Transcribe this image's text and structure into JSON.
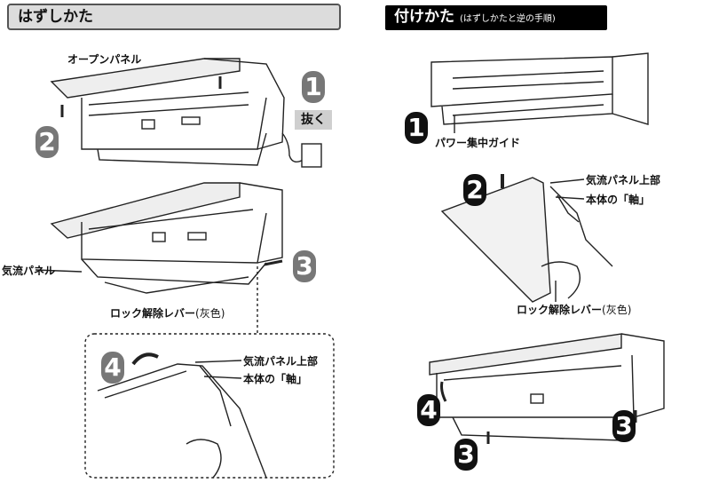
{
  "left": {
    "header": "はずしかた",
    "open_panel": "オープンパネル",
    "unplug": "抜く",
    "airflow_panel": "気流パネル",
    "lock_lever": "ロック解除レバー",
    "lock_lever_color": "(灰色)",
    "panel_top": "気流パネル上部",
    "body_axis": "本体の「軸」",
    "steps": [
      "1",
      "2",
      "3",
      "4"
    ]
  },
  "right": {
    "header": "付けかた",
    "header_sub": "(はずしかたと逆の手順)",
    "power_guide": "パワー集中ガイド",
    "panel_top": "気流パネル上部",
    "body_axis": "本体の「軸」",
    "lock_lever": "ロック解除レバー",
    "lock_lever_color": "(灰色)",
    "steps": [
      "1",
      "2",
      "3",
      "4",
      "3",
      "3"
    ]
  },
  "colors": {
    "gray_step": "#777777",
    "dark_step": "#111111",
    "header_left_bg": "#dcdcdc",
    "header_right_bg": "#000000"
  }
}
